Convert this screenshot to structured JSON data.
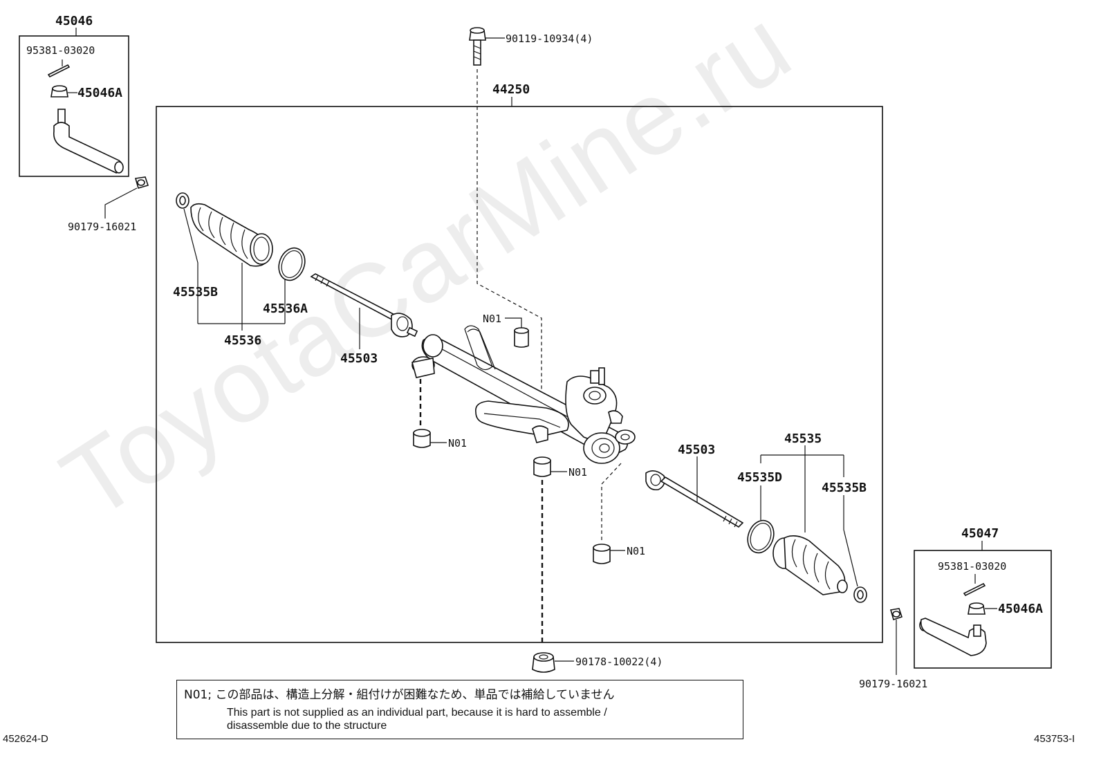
{
  "watermark": "ToyotaCarMine.ru",
  "labels": {
    "p45046": "45046",
    "p95381_l": "95381-03020",
    "p45046A_l": "45046A",
    "p90179_l": "90179-16021",
    "p90119": "90119-10934(4)",
    "p44250": "44250",
    "p45535B_l": "45535B",
    "p45536A": "45536A",
    "p45536": "45536",
    "p45503_l": "45503",
    "n01_top": "N01",
    "n01_left": "N01",
    "n01_mid": "N01",
    "n01_right": "N01",
    "p45503_r": "45503",
    "p45535": "45535",
    "p45535D": "45535D",
    "p45535B_r": "45535B",
    "p45047": "45047",
    "p95381_r": "95381-03020",
    "p45046A_r": "45046A",
    "p90178": "90178-10022(4)",
    "p90179_r": "90179-16021"
  },
  "note": {
    "jp": "N01; この部品は、構造上分解・組付けが困難なため、単品では補給していません",
    "en_line1": "This part is not supplied as an individual part, because it is hard to assemble /",
    "en_line2": "disassemble due to the structure"
  },
  "codes": {
    "left": "452624-D",
    "right": "453753-I"
  }
}
